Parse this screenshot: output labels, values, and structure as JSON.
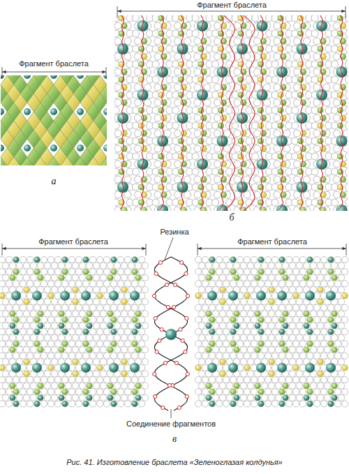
{
  "diagram": {
    "caption": "Рис. 41. Изготовление браслета «Зеленоглазая колдунья»",
    "labels": [
      "Фрагмент браслета",
      "Фрагмент браслета",
      "а",
      "б",
      "Фрагмент браслета",
      "Резинка",
      "Фрагмент браслета",
      "Соединение фрагментов",
      "в"
    ]
  }
}
